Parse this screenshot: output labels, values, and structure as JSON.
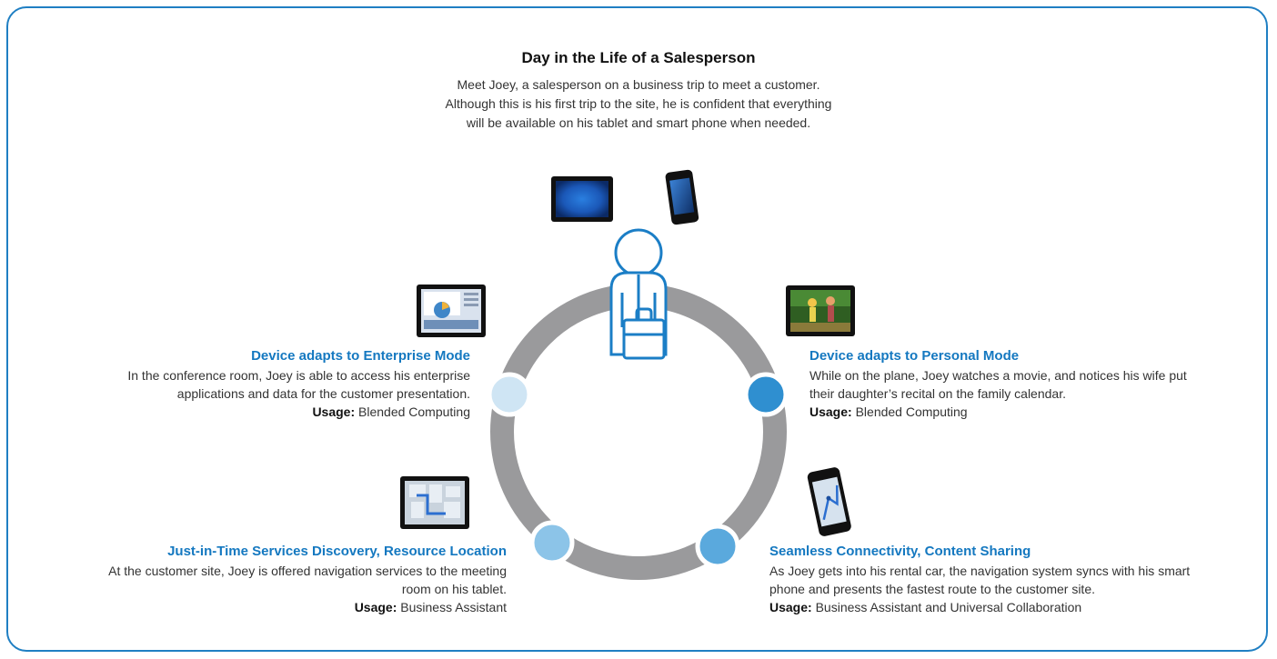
{
  "title": "Day in the Life of a Salesperson",
  "intro": "Meet Joey, a salesperson on a business trip to meet a customer. Although this is his first trip to the site, he is confident that everything will be available on his tablet and smart phone when needed.",
  "steps": [
    {
      "heading": "Device adapts to Personal Mode",
      "body": "While on the plane, Joey watches a movie, and notices his wife put their daughter’s recital on the family calendar.",
      "usage_label": "Usage:",
      "usage_value": "Blended Computing"
    },
    {
      "heading": "Seamless Connectivity, Content Sharing",
      "body": "As Joey gets into his rental  car, the navigation system syncs with his smart phone and presents the fastest route to the customer site.",
      "usage_label": "Usage:",
      "usage_value": "Business Assistant and Universal Collaboration"
    },
    {
      "heading": "Just-in-Time Services Discovery, Resource Location",
      "body": "At the customer site, Joey is offered navigation services to the meeting room on his tablet.",
      "usage_label": "Usage:",
      "usage_value": "Business Assistant"
    },
    {
      "heading": "Device adapts to Enterprise Mode",
      "body": "In the conference room, Joey is able to access his enterprise applications and data for the customer presentation.",
      "usage_label": "Usage:",
      "usage_value": "Blended Computing"
    }
  ],
  "colors": {
    "border": "#1f7fc3",
    "heading": "#1478c0",
    "ring": "#9a9a9c",
    "node_personal": "#2f8fd0",
    "node_connectivity": "#5aa9dd",
    "node_discovery": "#8cc4e8",
    "node_enterprise": "#cfe5f4"
  },
  "icons": [
    "tablet-icon",
    "smartphone-icon",
    "salesperson-icon",
    "briefcase-icon"
  ]
}
